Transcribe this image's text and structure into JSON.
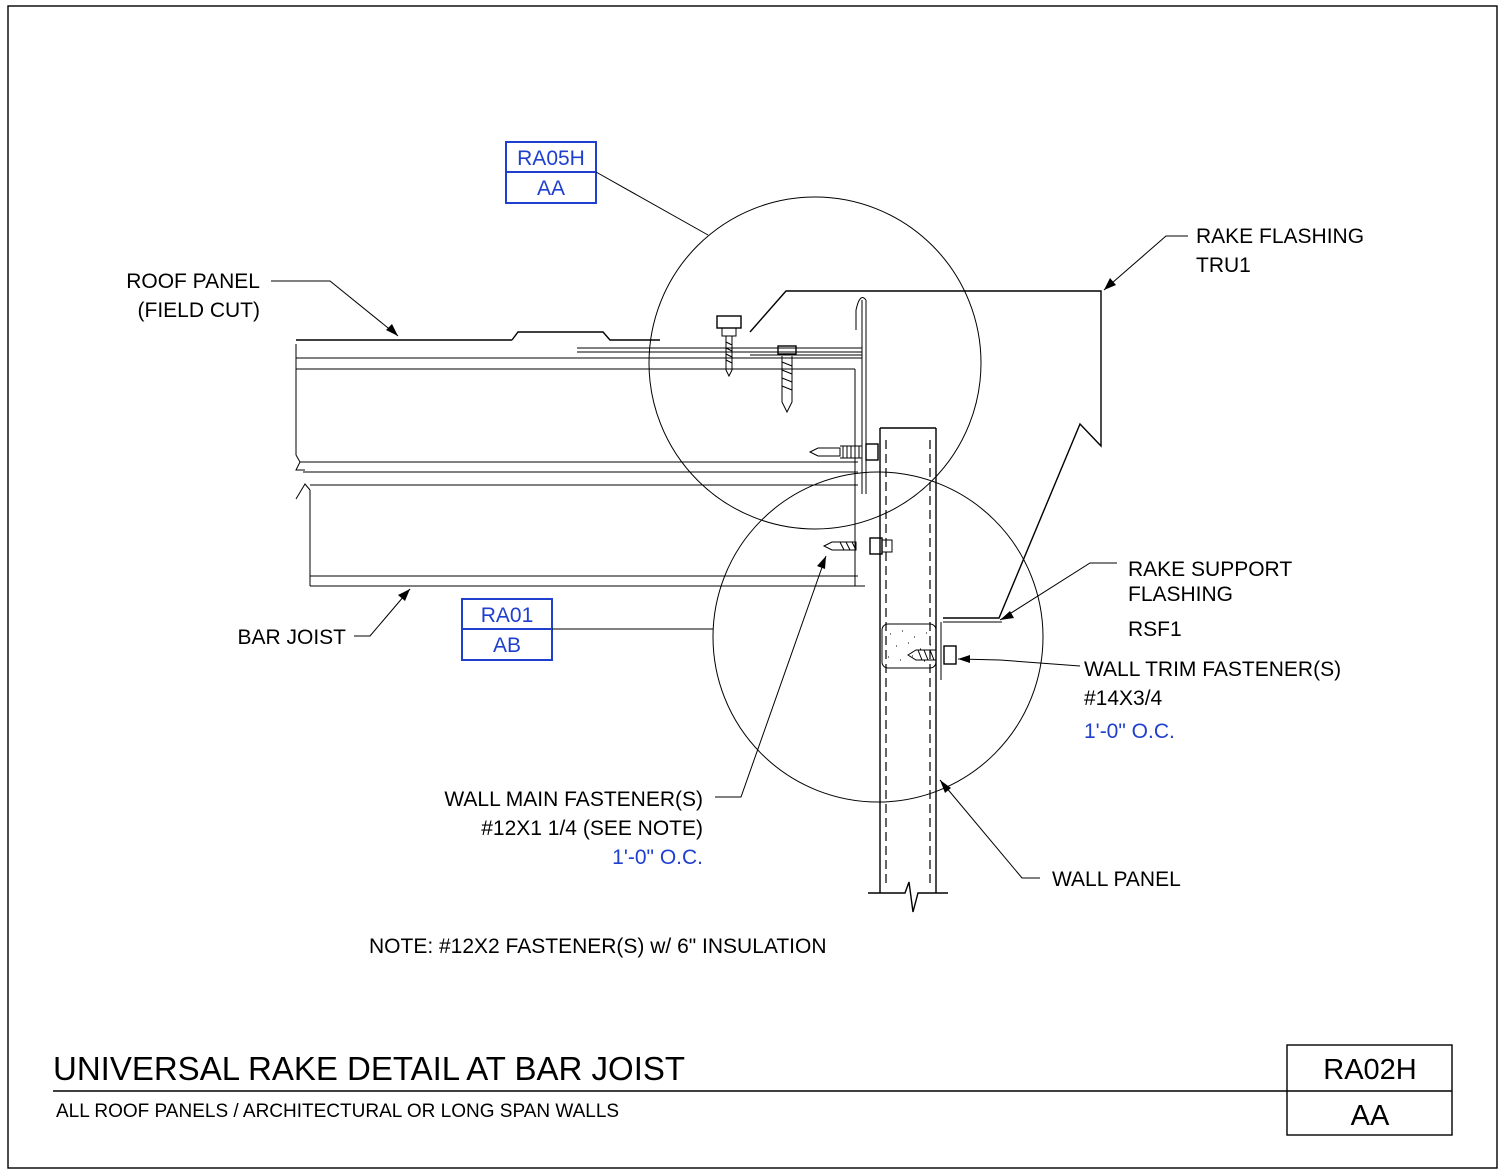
{
  "detail_refs": {
    "top": {
      "sheet": "RA05H",
      "detail": "AA"
    },
    "bottom": {
      "sheet": "RA01",
      "detail": "AB"
    }
  },
  "labels": {
    "roof_panel": [
      "ROOF PANEL",
      "(FIELD CUT)"
    ],
    "rake_flashing": [
      "RAKE FLASHING",
      "TRU1"
    ],
    "bar_joist": "BAR JOIST",
    "rake_support_flashing": [
      "RAKE SUPPORT",
      "FLASHING",
      "RSF1"
    ],
    "wall_trim_fastener": [
      "WALL TRIM FASTENER(S)",
      "#14X3/4",
      "1'-0\" O.C."
    ],
    "wall_main_fastener": [
      "WALL MAIN FASTENER(S)",
      "#12X1 1/4 (SEE NOTE)",
      "1'-0\" O.C."
    ],
    "wall_panel": "WALL PANEL"
  },
  "note": "NOTE:  #12X2 FASTENER(S) w/ 6\" INSULATION",
  "title_block": {
    "title": "UNIVERSAL RAKE DETAIL AT BAR JOIST",
    "subtitle": "ALL ROOF PANELS / ARCHITECTURAL OR LONG SPAN WALLS",
    "sheet": "RA02H",
    "detail": "AA"
  },
  "colors": {
    "reference": "#1f3fcf",
    "linework": "#000000"
  }
}
